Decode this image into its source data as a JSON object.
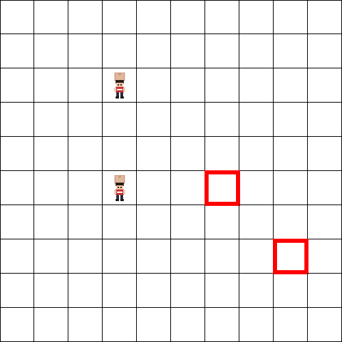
{
  "board": {
    "rows": 10,
    "cols": 10,
    "grid_line_color": "#000000",
    "background_color": "#ffffff"
  },
  "characters": [
    {
      "name": "character",
      "icon": "box-carrying-character-icon",
      "row": 2,
      "col": 3
    },
    {
      "name": "character",
      "icon": "box-carrying-character-icon",
      "row": 5,
      "col": 3
    }
  ],
  "targets": [
    {
      "icon": "red-square-target-marker",
      "row": 5,
      "col": 6
    },
    {
      "icon": "red-square-target-marker",
      "row": 7,
      "col": 8
    }
  ],
  "colors": {
    "target": "#ff0000",
    "box": "#e3b79a",
    "hair": "#2a1a14",
    "shirt": "#c8323a",
    "skin": "#f1c9a8"
  }
}
